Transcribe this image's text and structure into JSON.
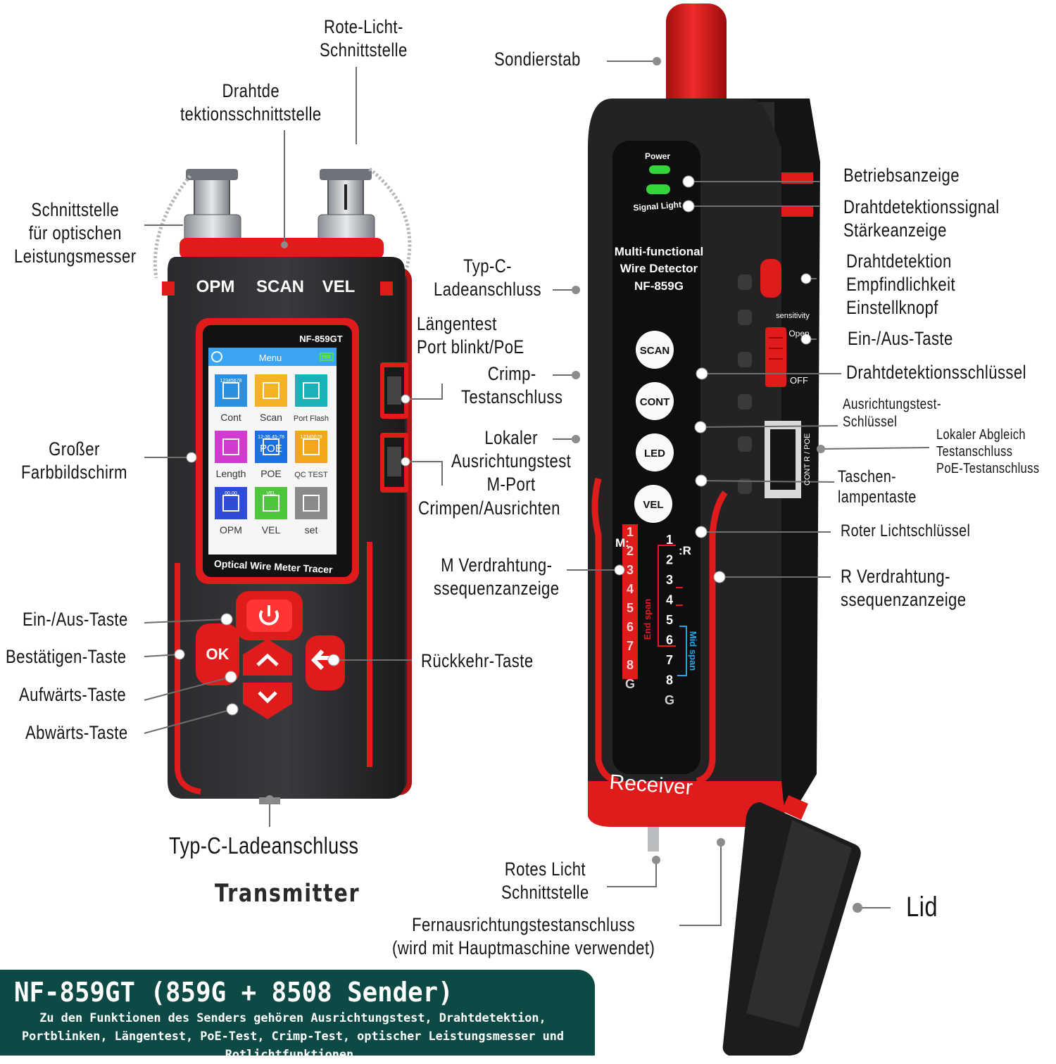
{
  "colors": {
    "banner": "#0e4a45",
    "device_red": "#e01b1b",
    "device_dark": "#1f1f22",
    "led_green": "#35d43a"
  },
  "transmitter": {
    "top_buttons": [
      "OPM",
      "SCAN",
      "VEL"
    ],
    "model": "NF-859GT",
    "screen_title": "Menu",
    "menu_items": [
      {
        "label": "Cont",
        "icon": "ethernet-port-icon",
        "color": "#2a8fe0",
        "tag": "12345678"
      },
      {
        "label": "Scan",
        "icon": "magnifier-icon",
        "color": "#f4b323",
        "tag": ""
      },
      {
        "label": "Port Flash",
        "icon": "port-flash-icon",
        "color": "#19b2b6",
        "tag": ""
      },
      {
        "label": "Length",
        "icon": "ruler-icon",
        "color": "#d23bd0",
        "tag": ""
      },
      {
        "label": "POE",
        "icon": "poe-icon",
        "color": "#1d6fe6",
        "tag": "12-36 45-78"
      },
      {
        "label": "QC TEST",
        "icon": "qc-port-icon",
        "color": "#f0a81a",
        "tag": "12345678"
      },
      {
        "label": "OPM",
        "icon": "opm-meter-icon",
        "color": "#2f4bd8",
        "tag": "00.00"
      },
      {
        "label": "VEL",
        "icon": "vel-icon",
        "color": "#4ec53a",
        "tag": "VEL"
      },
      {
        "label": "set",
        "icon": "gear-icon",
        "color": "#8a8a8a",
        "tag": ""
      }
    ],
    "poe_big": "POE",
    "footer": "Optical Wire Meter Tracer",
    "ok_label": "OK",
    "caption": "Transmitter"
  },
  "receiver": {
    "power_label": "Power",
    "signal_label": "Signal Light",
    "title_lines": [
      "Multi-functional",
      "Wire Detector",
      "NF-859G"
    ],
    "buttons": [
      "SCAN",
      "CONT",
      "LED",
      "VEL"
    ],
    "m_label": "M:",
    "r_label": ":R",
    "m_numbers": [
      "1",
      "2",
      "3",
      "4",
      "5",
      "6",
      "7",
      "8",
      "G"
    ],
    "r_numbers": [
      "1",
      "2",
      "3",
      "4",
      "5",
      "6",
      "7",
      "8",
      "G"
    ],
    "end_span": "End span",
    "mid_span": "Mid span",
    "sensitivity": "sensitivity",
    "open": "Open",
    "off": "OFF",
    "port_label": "CONT R / POE",
    "brand": "Receiver"
  },
  "labels": {
    "red_light_port": [
      "Rote-Licht-",
      "Schnittstelle"
    ],
    "wire_detect_port": [
      "Drahtde",
      "tektionsschnittstelle"
    ],
    "opm_port": [
      "Schnittstelle",
      "für optischen",
      "Leistungsmesser"
    ],
    "big_screen": [
      "Großer",
      "Farbbildschirm"
    ],
    "power_key_left": "Ein-/Aus-Taste",
    "confirm_key": "Bestätigen-Taste",
    "up_key": "Aufwärts-Taste",
    "down_key": "Abwärts-Taste",
    "typec_bottom": "Typ-C-Ladeanschluss",
    "probe": "Sondierstab",
    "typec_mid": [
      "Typ-C-",
      "Ladeanschluss"
    ],
    "length_port": [
      "Längentest",
      "Port blinkt/PoE"
    ],
    "crimp_port": [
      "Crimp-",
      "Testanschluss"
    ],
    "local_align": [
      "Lokaler",
      "Ausrichtungstest",
      "M-Port"
    ],
    "crimp_align": "Crimpen/Ausrichten",
    "m_sequence": [
      "M Verdrahtung-",
      "ssequenzanzeige"
    ],
    "return_key": "Rückkehr-Taste",
    "status_led": "Betriebsanzeige",
    "signal_strength": [
      "Drahtdetektionssignal",
      "Stärkeanzeige"
    ],
    "sensitivity_knob": [
      "Drahtdetektion",
      "Empfindlichkeit",
      "Einstellknopf"
    ],
    "power_key_right": "Ein-/Aus-Taste",
    "wire_detect_key": "Drahtdetektionsschlüssel",
    "align_key": [
      "Ausrichtungstest-",
      "Schlüssel"
    ],
    "local_match": [
      "Lokaler Abgleich",
      "Testanschluss",
      "PoE-Testanschluss"
    ],
    "flashlight_key": [
      "Taschen-",
      "lampentaste"
    ],
    "red_light_key": "Roter Lichtschlüssel",
    "r_sequence": [
      "R  Verdrahtung-",
      "ssequenzanzeige"
    ],
    "red_light_port2": [
      "Rotes Licht",
      "Schnittstelle"
    ],
    "remote_align": [
      "Fernausrichtungstestanschluss",
      "(wird mit Hauptmaschine verwendet)"
    ],
    "lid": "Lid"
  },
  "banner": {
    "title": "NF-859GT (859G + 8508 Sender)",
    "description": "Zu den Funktionen des Senders gehören Ausrichtungstest, Drahtdetektion, Portblinken, Längentest, PoE-Test, Crimp-Test, optischer Leistungsmesser und Rotlichtfunktionen."
  }
}
